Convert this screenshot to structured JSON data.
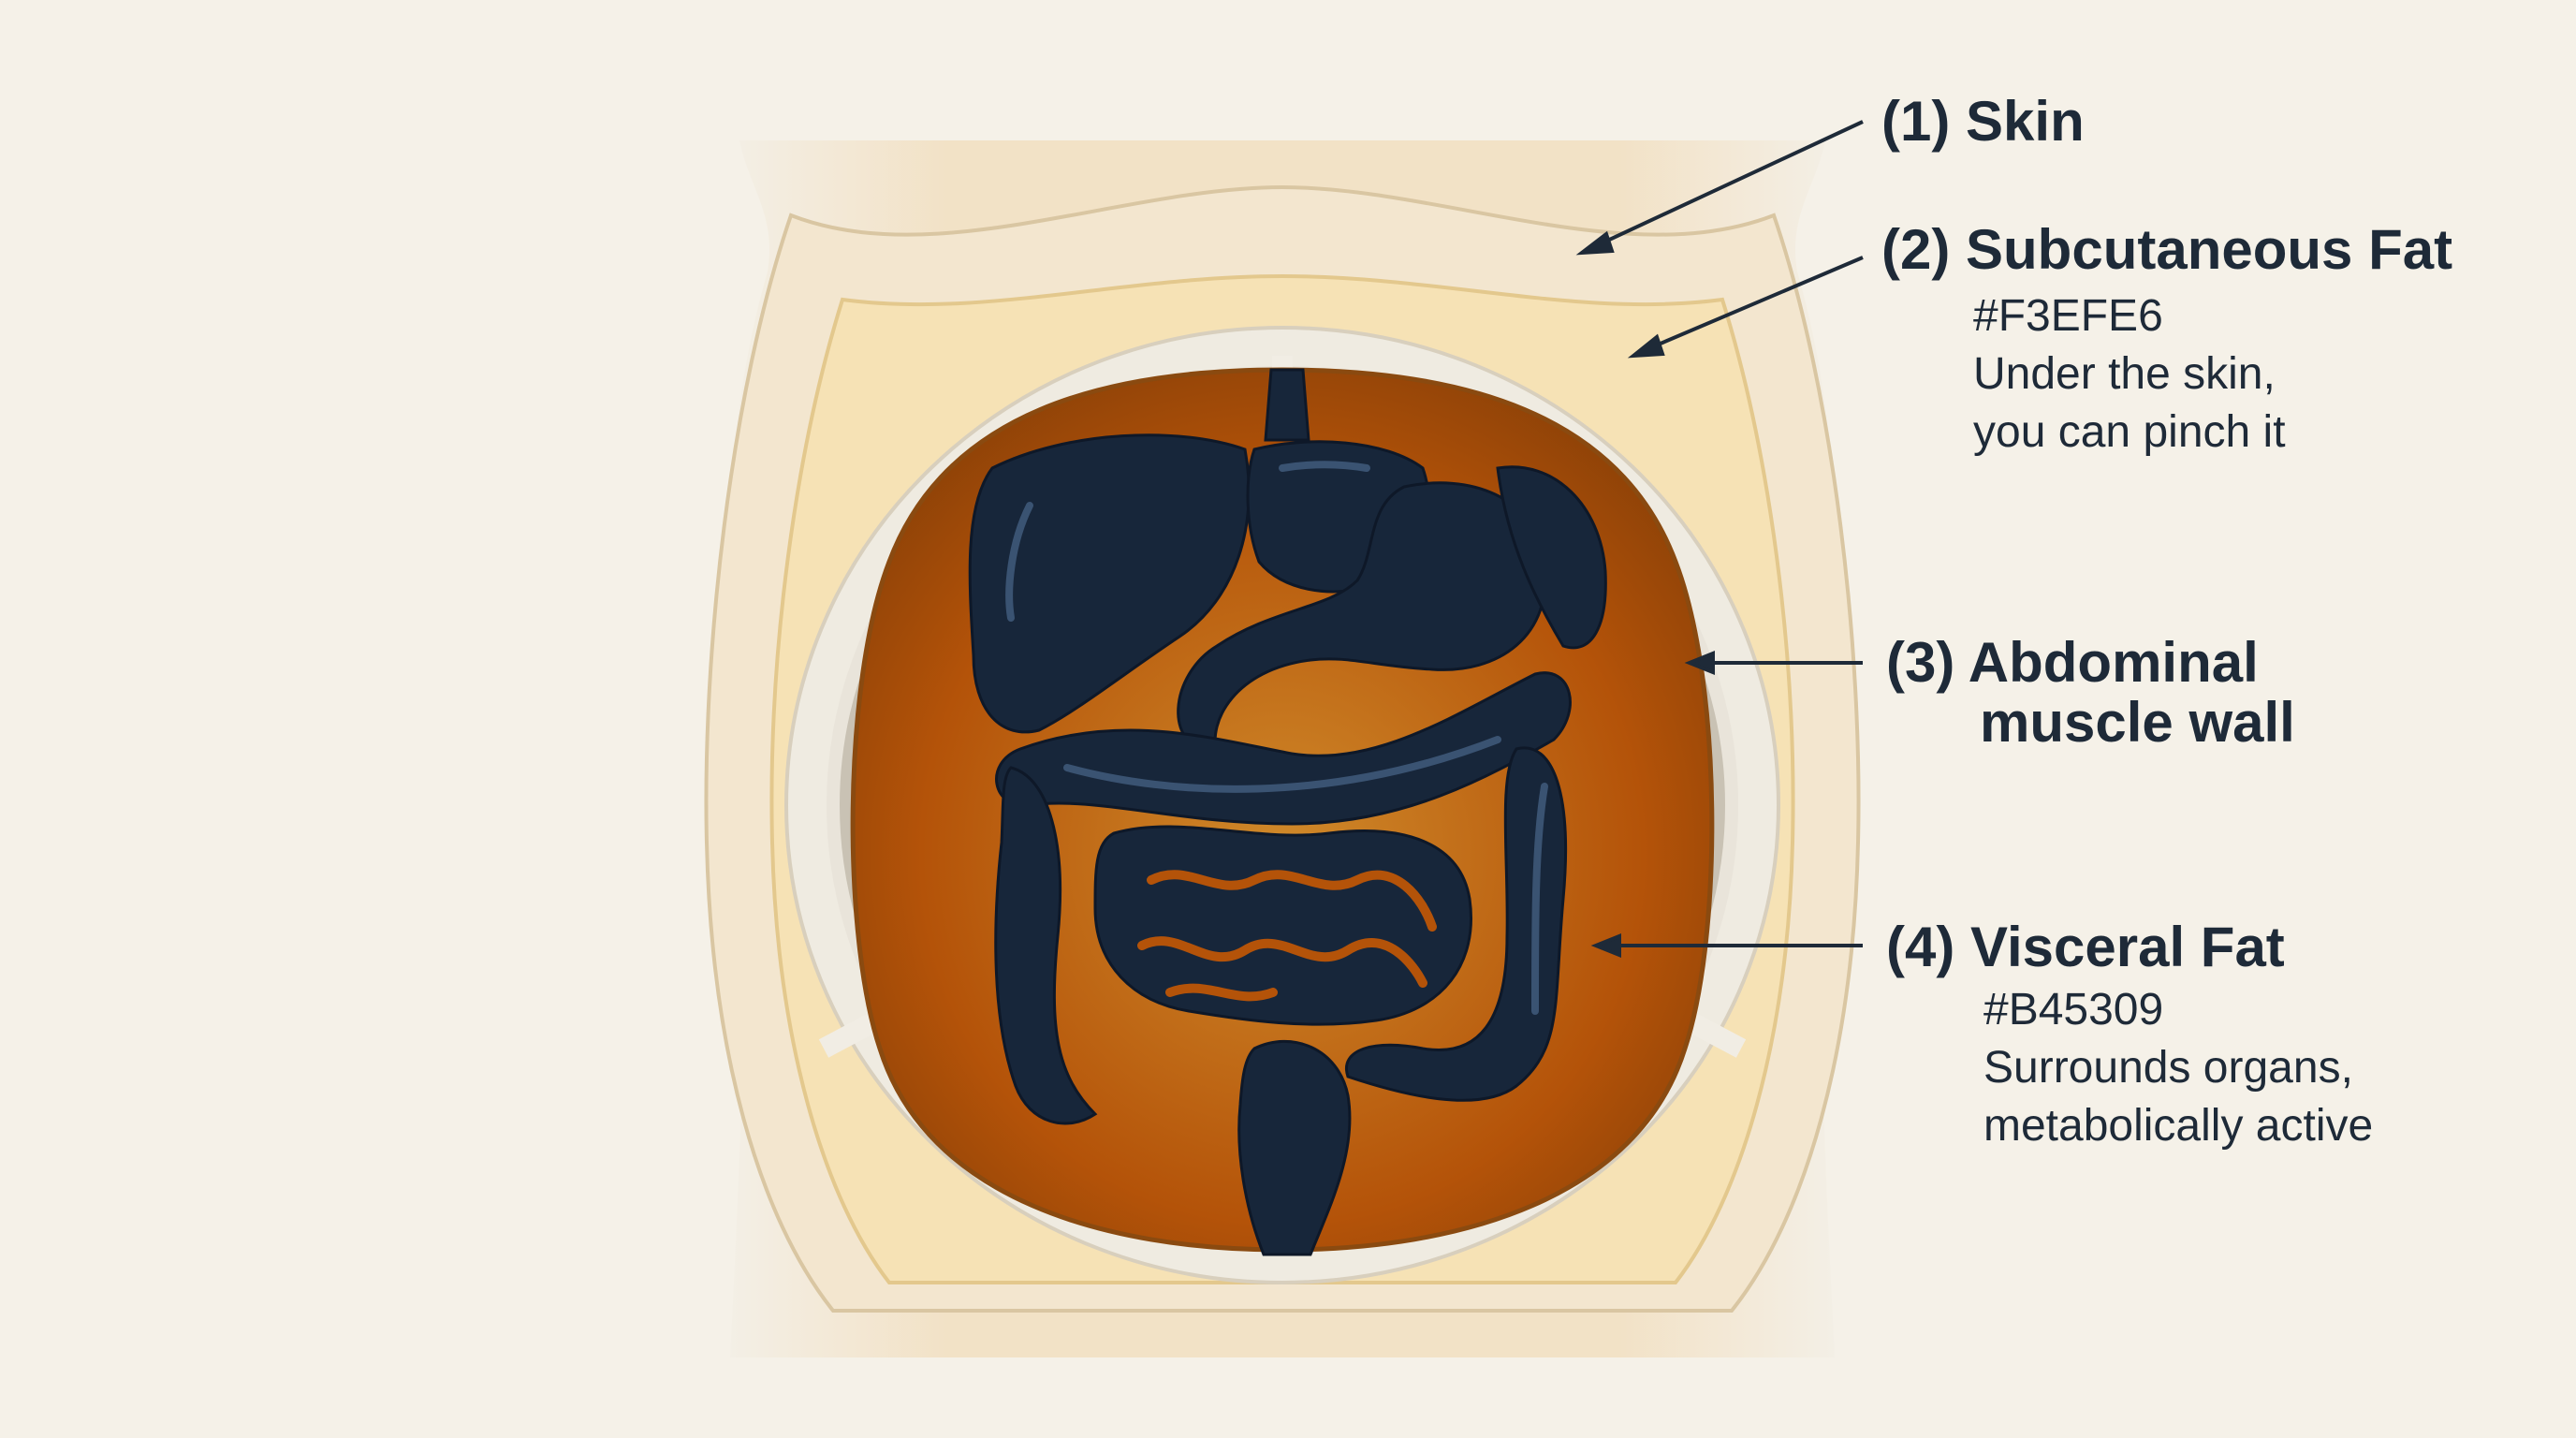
{
  "labels": [
    {
      "number": "(1)",
      "title": "Skin",
      "title_line2": "",
      "color_code": "",
      "desc_line1": "",
      "desc_line2": ""
    },
    {
      "number": "(2)",
      "title": "Subcutaneous Fat",
      "title_line2": "",
      "color_code": "#F3EFE6",
      "desc_line1": "Under the skin,",
      "desc_line2": "you can pinch it"
    },
    {
      "number": "(3)",
      "title": "Abdominal",
      "title_line2": "muscle wall",
      "color_code": "",
      "desc_line1": "",
      "desc_line2": ""
    },
    {
      "number": "(4)",
      "title": "Visceral Fat",
      "title_line2": "",
      "color_code": "#B45309",
      "desc_line1": "Surrounds organs,",
      "desc_line2": "metabolically active"
    }
  ],
  "colors": {
    "background": "#F5F1E8",
    "skin": "#F3E6CF",
    "subcutaneous_fat": "#F6E2B5",
    "muscle": "#C9C2B4",
    "visceral_fat": "#B45309",
    "organs": "#17263A",
    "text": "#1E2A38"
  }
}
